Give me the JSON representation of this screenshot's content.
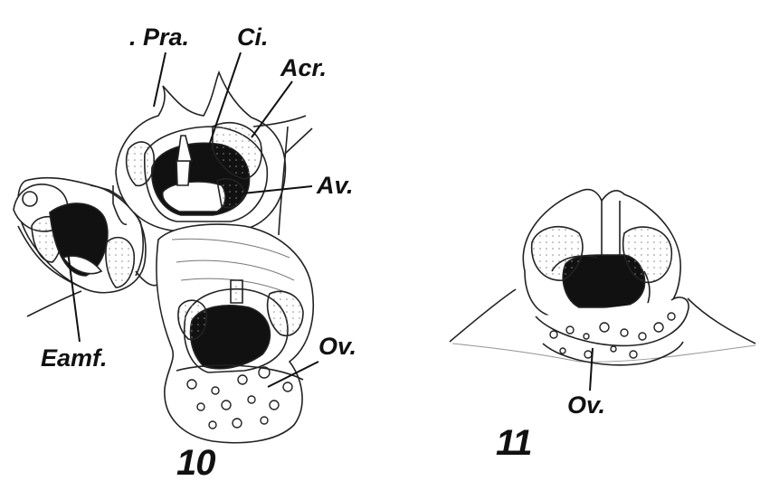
{
  "figure": {
    "labels": {
      "pra": ". Pra.",
      "ci": "Ci.",
      "acr": "Acr.",
      "av": "Av.",
      "eamf": "Eamf.",
      "ov_fig10": "Ov.",
      "ov_fig11": "Ov."
    },
    "figure_numbers": {
      "fig10": "10",
      "fig11": "11"
    }
  }
}
